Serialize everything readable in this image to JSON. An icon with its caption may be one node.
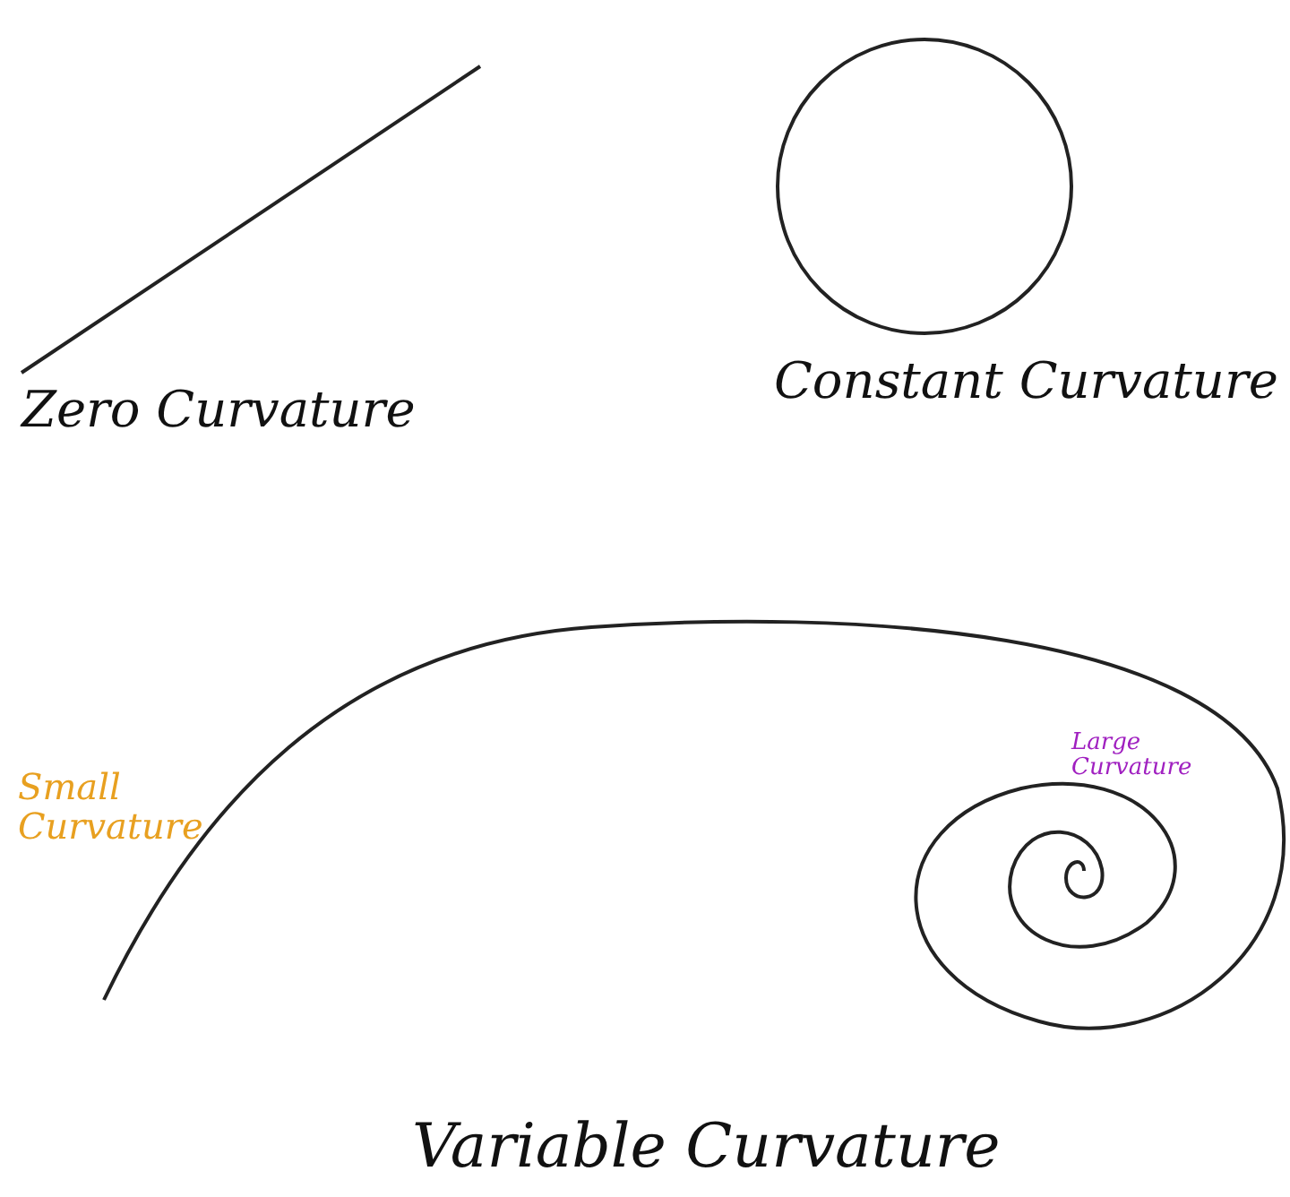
{
  "diagram": {
    "labels": [
      "Zero Curvature",
      "Constant Curvature",
      "Small Curvature",
      "Large Curvature",
      "Variable Curvature"
    ]
  }
}
